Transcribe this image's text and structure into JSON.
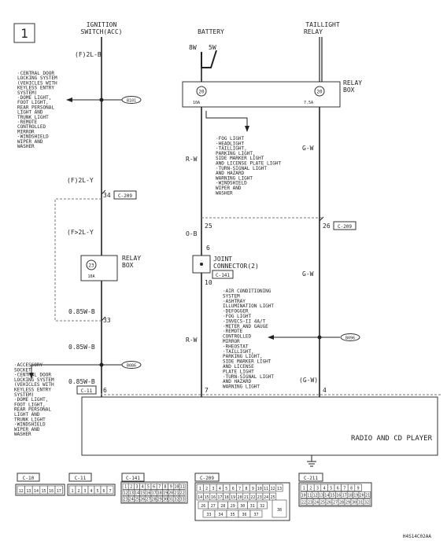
{
  "page": {
    "number": "1"
  },
  "headers": {
    "ignition_line1": "IGNITION",
    "ignition_line2": "SWITCH(ACC)",
    "battery": "BATTERY",
    "taillight_line1": "TAILLIGHT",
    "taillight_line2": "RELAY"
  },
  "battery_fuses": {
    "left": "8W",
    "right": "5W"
  },
  "relay_box_top": {
    "title1": "RELAY",
    "title2": "BOX",
    "fuse_left_num": "20",
    "fuse_left_amp": "10A",
    "fuse_right_num": "20",
    "fuse_right_amp": "7.5A"
  },
  "relay_box_mid": {
    "title1": "RELAY",
    "title2": "BOX",
    "fuse_num": "23",
    "fuse_amp": "10A"
  },
  "joint_connector": {
    "line1": "JOINT",
    "line2": "CONNECTOR(2)",
    "code": "C-141"
  },
  "wires": {
    "f2lb": "(F)2L-B",
    "f2ly_1": "(F)2L-Y",
    "f2ly_2": "(F>2L-Y",
    "w085_1": "0.85W-B",
    "w085_2": "0.85W-B",
    "w085_3": "0.85W-B",
    "rw1": "R-W",
    "rw2": "R-W",
    "ob": "O-B",
    "gw1": "G-W",
    "gw2": "G-W",
    "gw3": "(G-W)"
  },
  "pins": {
    "p34": "34",
    "p33": "33",
    "p6left": "6",
    "p25": "25",
    "p26": "26",
    "p6mid": "6",
    "p10": "10",
    "p7": "7",
    "p4": "4"
  },
  "connector_refs": {
    "c209a": "C-209",
    "c209b": "C-209",
    "c11": "C-11"
  },
  "junctions": {
    "b101": "B101",
    "b086": "B086",
    "b096": "B096"
  },
  "dest_b101": [
    "CENTRAL DOOR",
    "LOCKING SYSTEM",
    "(VEHICLES WITH",
    "KEYLESS ENTRY",
    "SYSTEM)",
    "DOME LIGHT,",
    "FOOT LIGHT,",
    "REAR PERSONAL",
    "LIGHT AND",
    "TRUNK LIGHT",
    "REMOTE",
    "CONTROLLED",
    "MIRROR",
    "WINDSHIELD",
    "WIPER AND",
    "WASHER"
  ],
  "dest_battery": [
    "FOG LIGHT",
    "HEADLIGHT",
    "TAILLIGHT,",
    "PARKING LIGHT,",
    "SIDE MARKER LIGHT",
    "AND LICENSE PLATE LIGHT",
    "TURN-SIGNAL LIGHT",
    "AND HAZARD",
    "WARNING LIGHT",
    "WINDSHIELD",
    "WIPER AND",
    "WASHER"
  ],
  "dest_b086": [
    "ACCESSORY",
    "SOCKET",
    "CENTRAL DOOR",
    "LOCKING SYSTEM",
    "(VEHICLES WITH",
    "KEYLESS ENTRY",
    "SYSTEM)",
    "DOME LIGHT,",
    "FOOT LIGHT,",
    "REAR PERSONAL",
    "LIGHT AND",
    "TRUNK LIGHT",
    "WINDSHIELD",
    "WIPER AND",
    "WASHER"
  ],
  "dest_b096": [
    "AIR CONDITIONING",
    "SYSTEM",
    "ASHTRAY",
    "ILLUMINATION LIGHT",
    "DEFOGGER",
    "FOG LIGHT",
    "INVECS-II 4A/T",
    "METER AND GAUGE",
    "REMOTE",
    "CONTROLLED",
    "MIRROR",
    "RHEOSTAT",
    "TAILLIGHT,",
    "PARKING LIGHT,",
    "SIDE MARKER LIGHT",
    "AND LICENSE",
    "PLATE LIGHT",
    "TURN-SIGNAL LIGHT",
    "AND HAZARD",
    "WARNING LIGHT"
  ],
  "radio": {
    "label": "RADIO AND CD PLAYER"
  },
  "connector_views": {
    "c10": {
      "label": "C-10",
      "pins": [
        "12",
        "13",
        "14",
        "15",
        "16",
        "17"
      ]
    },
    "c11": {
      "label": "C-11",
      "pins": [
        "1",
        "2",
        "3",
        "4",
        "5",
        "6",
        "7"
      ]
    },
    "c141": {
      "label": "C-141",
      "row1": [
        "1",
        "2",
        "3",
        "4",
        "5",
        "6",
        "7",
        "8",
        "9",
        "10",
        "11"
      ],
      "row2": [
        "12",
        "13",
        "14",
        "15",
        "16",
        "17",
        "18",
        "19",
        "20",
        "21",
        "22"
      ],
      "row3": [
        "23",
        "24",
        "25",
        "26",
        "27",
        "28",
        "29",
        "30",
        "31",
        "32",
        "33"
      ]
    },
    "c209": {
      "label": "C-209",
      "row1": [
        "1",
        "2",
        "3",
        "4",
        "5",
        "6",
        "7",
        "8",
        "9",
        "10",
        "11",
        "12",
        "13"
      ],
      "row2": [
        "14",
        "15",
        "16",
        "17",
        "18",
        "19",
        "20",
        "21",
        "22",
        "23",
        "24",
        "25"
      ],
      "row3": [
        "26",
        "27",
        "28",
        "29",
        "30",
        "31",
        "32"
      ],
      "row4": [
        "33",
        "34",
        "35",
        "36",
        "37"
      ],
      "extra": "38"
    },
    "c211": {
      "label": "C-211",
      "row1": [
        "1",
        "2",
        "3",
        "4",
        "5",
        "6",
        "7",
        "8",
        "9"
      ],
      "row2": [
        "10",
        "11",
        "12",
        "13",
        "14",
        "15",
        "16",
        "17",
        "18",
        "19",
        "20",
        "21"
      ],
      "row3": [
        "22",
        "23",
        "24",
        "25",
        "26",
        "27",
        "28",
        "29",
        "30",
        "31",
        "32"
      ]
    }
  },
  "footer": {
    "code": "H4S14C02AA"
  }
}
